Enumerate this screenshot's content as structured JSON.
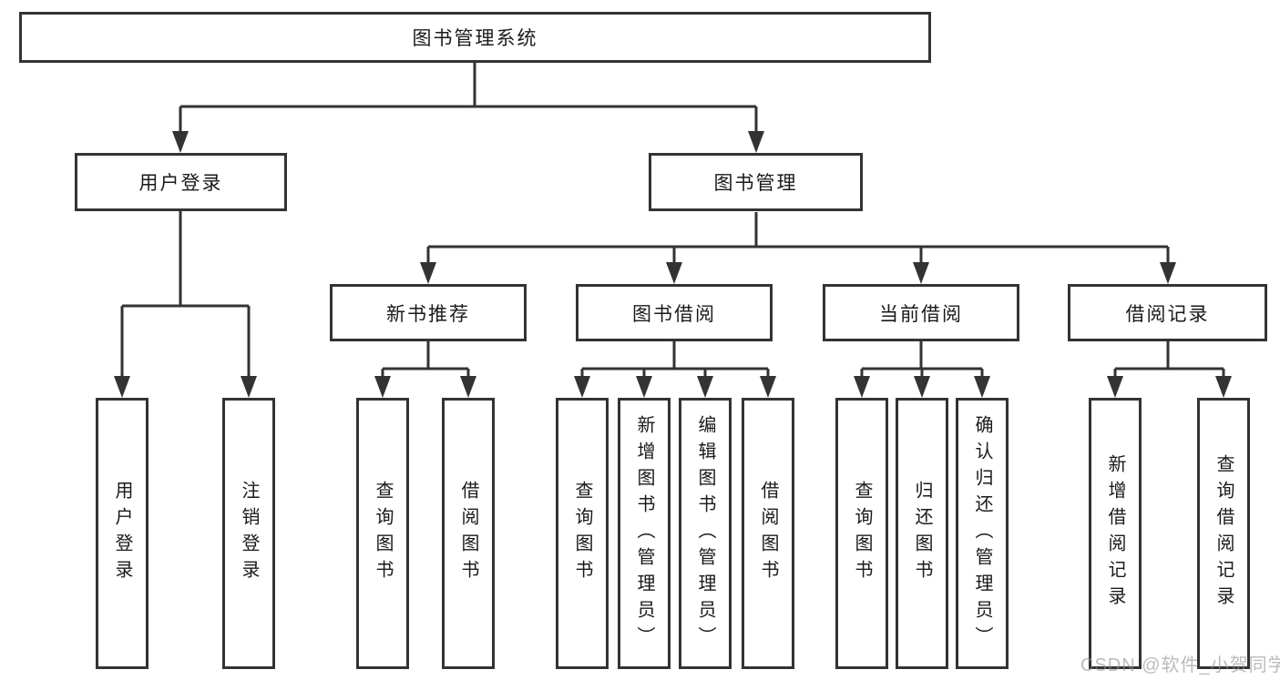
{
  "nodes": {
    "root": "图书管理系统",
    "user_login": "用户登录",
    "book_management": "图书管理",
    "new_book_recommend": "新书推荐",
    "book_borrowing": "图书借阅",
    "current_borrowing": "当前借阅",
    "borrowing_records": "借阅记录",
    "leaves": {
      "user_login": "用户登录",
      "logout": "注销登录",
      "recommend_query_books": "查询图书",
      "recommend_borrow_books": "借阅图书",
      "borrowing_query_books": "查询图书",
      "borrowing_add_books": "新增图书（管理员）",
      "borrowing_edit_books": "编辑图书（管理员）",
      "borrowing_borrow_books": "借阅图书",
      "current_query_books": "查询图书",
      "current_return_books": "归还图书",
      "current_confirm_return": "确认归还（管理员）",
      "records_add_record": "新增借阅记录",
      "records_query_record": "查询借阅记录"
    }
  },
  "watermark": "CSDN @软件_小贺同学",
  "colors": {
    "line": "#333333",
    "box_border": "#333333",
    "text": "#1a1a1a",
    "watermark": "#919191",
    "background": "#ffffff"
  }
}
